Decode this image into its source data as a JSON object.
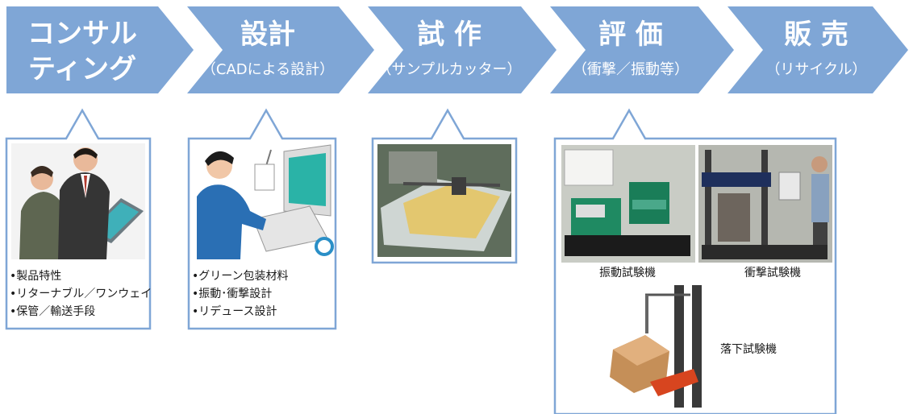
{
  "colors": {
    "arrow": "#7fa6d6",
    "panel_border": "#7fa6d6",
    "text_on_arrow": "#ffffff"
  },
  "steps": [
    {
      "title_line1": "コンサル",
      "title_line2": "ティング"
    },
    {
      "title": "設計",
      "subtitle": "（CADによる設計）"
    },
    {
      "title": "試 作",
      "subtitle": "（サンプルカッター）"
    },
    {
      "title": "評 価",
      "subtitle": "（衝撃／振動等）"
    },
    {
      "title": "販 売",
      "subtitle": "（リサイクル）"
    }
  ],
  "panels": {
    "consulting": {
      "image": "business-meeting-illustration",
      "bullets": [
        "•製品特性",
        "•リターナブル／ワンウェイ",
        "•保管／輸送手段"
      ]
    },
    "design": {
      "image": "cad-operator-illustration",
      "bullets": [
        "•グリーン包装材料",
        "•振動･衝撃設計",
        "•リデュース設計"
      ]
    },
    "prototype": {
      "image": "sample-cutter-photo"
    },
    "evaluation": {
      "images": [
        "vibration-tester-photo",
        "shock-tester-photo",
        "drop-tester-photo"
      ],
      "captions": [
        "振動試験機",
        "衝撃試験機",
        "落下試験機"
      ]
    }
  }
}
